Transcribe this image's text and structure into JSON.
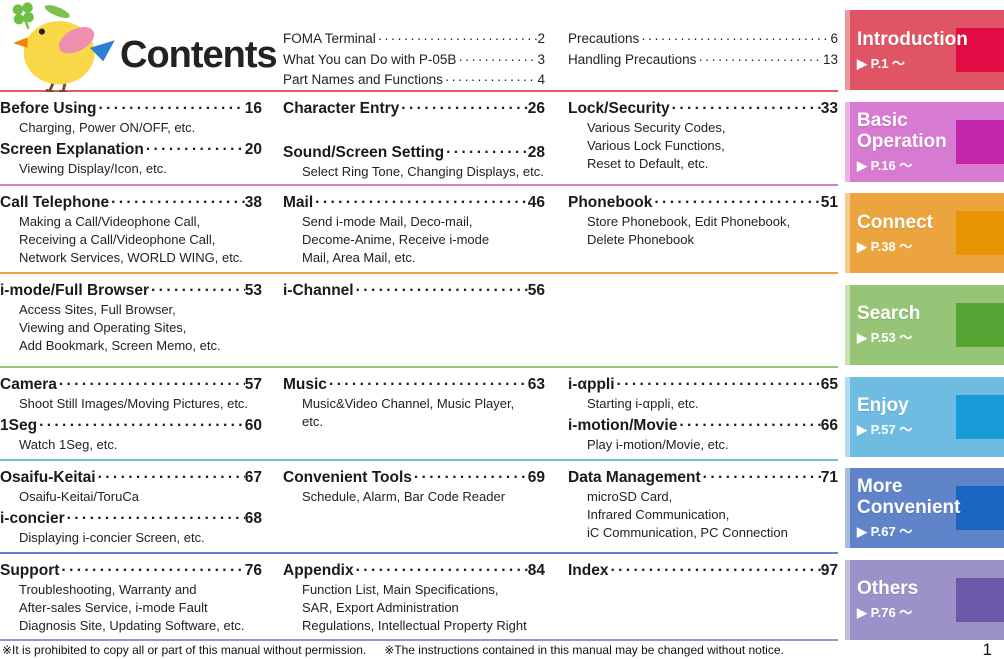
{
  "page": {
    "title": "Contents",
    "page_number": "1",
    "footer_notes": [
      "※It is prohibited to copy all or part of this manual without permission.",
      "※The instructions contained in this manual may be changed without notice."
    ]
  },
  "top_divider_color": "#e4566a",
  "intro_columns": [
    {
      "entries": [
        {
          "title": "FOMA Terminal",
          "page": "2"
        },
        {
          "title": "What You can Do with P-05B",
          "page": "3"
        },
        {
          "title": "Part Names and Functions",
          "page": "4"
        }
      ]
    },
    {
      "entries": [
        {
          "title": "Precautions",
          "page": "6"
        },
        {
          "title": "Handling Precautions",
          "page": "13"
        }
      ]
    }
  ],
  "sections": [
    {
      "divider_color": "#d77ad1",
      "columns": [
        {
          "entries": [
            {
              "title": "Before Using",
              "page": "16",
              "subs": [
                "Charging, Power ON/OFF, etc."
              ]
            },
            {
              "title": "Screen Explanation",
              "page": "20",
              "subs": [
                "Viewing Display/Icon, etc."
              ]
            }
          ]
        },
        {
          "entries": [
            {
              "title": "Character Entry",
              "page": "26",
              "subs": []
            },
            {
              "title": "Sound/Screen Setting",
              "page": "28",
              "gap": true,
              "subs": [
                "Select Ring Tone, Changing Displays, etc."
              ]
            }
          ]
        },
        {
          "entries": [
            {
              "title": "Lock/Security",
              "page": "33",
              "subs": [
                "Various Security Codes,",
                "Various Lock Functions,",
                "Reset to Default, etc."
              ]
            }
          ]
        }
      ]
    },
    {
      "divider_color": "#eba43e",
      "columns": [
        {
          "entries": [
            {
              "title": "Call Telephone",
              "page": "38",
              "subs": [
                "Making a Call/Videophone Call,",
                "Receiving a Call/Videophone Call,",
                "Network Services, WORLD WING, etc."
              ]
            }
          ]
        },
        {
          "entries": [
            {
              "title": "Mail",
              "page": "46",
              "subs": [
                "Send i-mode Mail, Deco-mail,",
                "Decome-Anime, Receive i-mode",
                "Mail, Area Mail, etc."
              ]
            }
          ]
        },
        {
          "entries": [
            {
              "title": "Phonebook",
              "page": "51",
              "subs": [
                "Store Phonebook, Edit Phonebook,",
                "Delete Phonebook"
              ]
            }
          ]
        }
      ]
    },
    {
      "divider_color": "#96c577",
      "columns": [
        {
          "entries": [
            {
              "title": "i-mode/Full Browser",
              "page": "53",
              "subs": [
                "Access Sites, Full Browser,",
                "Viewing and Operating Sites,",
                "Add Bookmark, Screen Memo, etc."
              ]
            }
          ]
        },
        {
          "entries": [
            {
              "title": "i-Channel",
              "page": "56",
              "subs": []
            }
          ]
        },
        {
          "entries": []
        }
      ]
    },
    {
      "divider_color": "#6fbce2",
      "columns": [
        {
          "entries": [
            {
              "title": "Camera",
              "page": "57",
              "subs": [
                "Shoot Still Images/Moving Pictures, etc."
              ]
            },
            {
              "title": "1Seg",
              "page": "60",
              "subs": [
                "Watch 1Seg, etc."
              ]
            }
          ]
        },
        {
          "entries": [
            {
              "title": "Music",
              "page": "63",
              "subs": [
                "Music&Video Channel, Music Player,",
                "etc."
              ]
            }
          ]
        },
        {
          "entries": [
            {
              "title": "i-αppli",
              "page": "65",
              "subs": [
                "Starting i-αppli, etc."
              ]
            },
            {
              "title": "i-motion/Movie",
              "page": "66",
              "subs": [
                "Play i-motion/Movie, etc."
              ]
            }
          ]
        }
      ]
    },
    {
      "divider_color": "#6084ca",
      "columns": [
        {
          "entries": [
            {
              "title": "Osaifu-Keitai",
              "page": "67",
              "subs": [
                "Osaifu-Keitai/ToruCa"
              ]
            },
            {
              "title": "i-concier",
              "page": "68",
              "subs": [
                "Displaying i-concier Screen, etc."
              ]
            }
          ]
        },
        {
          "entries": [
            {
              "title": "Convenient Tools",
              "page": "69",
              "subs": [
                "Schedule, Alarm, Bar Code Reader"
              ]
            }
          ]
        },
        {
          "entries": [
            {
              "title": "Data Management",
              "page": "71",
              "subs": [
                "microSD Card,",
                "Infrared Communication,",
                "iC Communication, PC Connection"
              ]
            }
          ]
        }
      ]
    },
    {
      "divider_color": "#9d91c9",
      "columns": [
        {
          "entries": [
            {
              "title": "Support",
              "page": "76",
              "subs": [
                "Troubleshooting, Warranty and",
                "After-sales Service, i-mode Fault",
                "Diagnosis Site, Updating Software, etc."
              ]
            }
          ]
        },
        {
          "entries": [
            {
              "title": "Appendix",
              "page": "84",
              "subs": [
                "Function List, Main Specifications,",
                "SAR, Export Administration",
                "Regulations, Intellectual Property Right"
              ]
            }
          ]
        },
        {
          "entries": [
            {
              "title": "Index",
              "page": "97",
              "subs": []
            }
          ]
        }
      ]
    }
  ],
  "tabs": [
    {
      "label": "Introduction",
      "pages": "▶ P.1 ～",
      "body_color": "#e05565",
      "strip_color": "#ec96a0",
      "square_color": "#e30b44"
    },
    {
      "label": "Basic Operation",
      "pages": "▶ P.16 ～",
      "body_color": "#d77ad1",
      "strip_color": "#edb3e3",
      "square_color": "#c325ab"
    },
    {
      "label": "Connect",
      "pages": "▶ P.38 ～",
      "body_color": "#eba43e",
      "strip_color": "#f2cb8e",
      "square_color": "#e89504"
    },
    {
      "label": "Search",
      "pages": "▶ P.53 ～",
      "body_color": "#96c577",
      "strip_color": "#c8e0b4",
      "square_color": "#57a635"
    },
    {
      "label": "Enjoy",
      "pages": "▶ P.57 ～",
      "body_color": "#6fbce2",
      "strip_color": "#b3daee",
      "square_color": "#189bd9"
    },
    {
      "label": "More Convenient",
      "pages": "▶ P.67 ～",
      "body_color": "#6084ca",
      "strip_color": "#aabbdf",
      "square_color": "#1c66c2"
    },
    {
      "label": "Others",
      "pages": "▶ P.76 ～",
      "body_color": "#9d91c9",
      "strip_color": "#c4bcdc",
      "square_color": "#6c59a9"
    }
  ]
}
